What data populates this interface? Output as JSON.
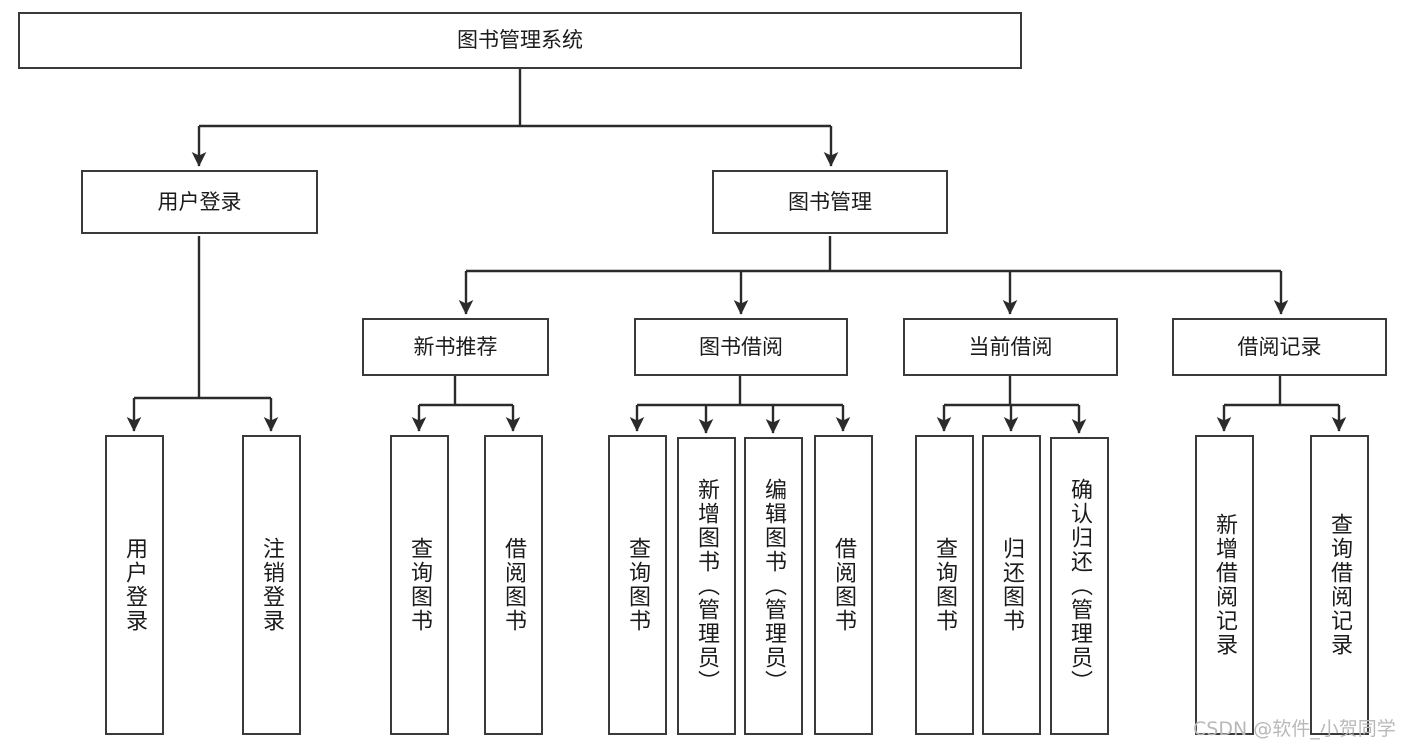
{
  "diagram": {
    "type": "tree-hierarchy",
    "title": "图书管理系统",
    "orientation": "top-down",
    "nodes": {
      "root": {
        "label": "图书管理系统",
        "level": 0,
        "text_direction": "horizontal"
      },
      "l1": [
        {
          "label": "用户登录",
          "level": 1,
          "text_direction": "horizontal"
        },
        {
          "label": "图书管理",
          "level": 1,
          "text_direction": "horizontal"
        }
      ],
      "l2": [
        {
          "label": "新书推荐",
          "level": 2,
          "text_direction": "horizontal",
          "parent": "图书管理"
        },
        {
          "label": "图书借阅",
          "level": 2,
          "text_direction": "horizontal",
          "parent": "图书管理"
        },
        {
          "label": "当前借阅",
          "level": 2,
          "text_direction": "horizontal",
          "parent": "图书管理"
        },
        {
          "label": "借阅记录",
          "level": 2,
          "text_direction": "horizontal",
          "parent": "图书管理"
        }
      ],
      "leaves": {
        "user_login": [
          {
            "label": "用户登录",
            "text_direction": "vertical"
          },
          {
            "label": "注销登录",
            "text_direction": "vertical"
          }
        ],
        "new_book_recommend": [
          {
            "label": "查询图书",
            "text_direction": "vertical"
          },
          {
            "label": "借阅图书",
            "text_direction": "vertical"
          }
        ],
        "book_borrow": [
          {
            "label": "查询图书",
            "text_direction": "vertical"
          },
          {
            "label": "新增图书（管理员）",
            "text_direction": "vertical"
          },
          {
            "label": "编辑图书（管理员）",
            "text_direction": "vertical"
          },
          {
            "label": "借阅图书",
            "text_direction": "vertical"
          }
        ],
        "current_borrow": [
          {
            "label": "查询图书",
            "text_direction": "vertical"
          },
          {
            "label": "归还图书",
            "text_direction": "vertical"
          },
          {
            "label": "确认归还（管理员）",
            "text_direction": "vertical"
          }
        ],
        "borrow_record": [
          {
            "label": "新增借阅记录",
            "text_direction": "vertical"
          },
          {
            "label": "查询借阅记录",
            "text_direction": "vertical"
          }
        ]
      }
    },
    "colors": {
      "box_border": "#3a3a3a",
      "box_fill": "#ffffff",
      "edge": "#2b2b2b",
      "text": "#1b1b1b",
      "watermark": "#b9b9b9",
      "background": "#ffffff"
    }
  },
  "watermark": {
    "text": "CSDN @软件_小贺同学"
  }
}
